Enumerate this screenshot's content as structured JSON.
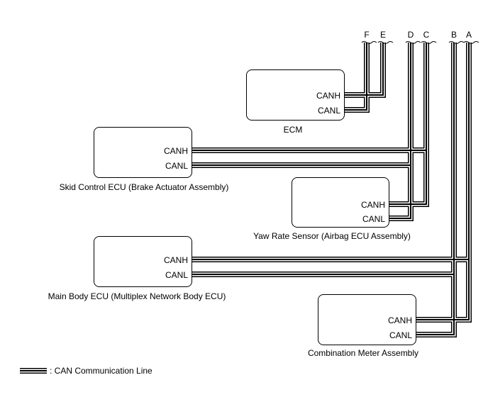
{
  "terminals": [
    "F",
    "E",
    "D",
    "C",
    "B",
    "A"
  ],
  "pins": {
    "high": "CANH",
    "low": "CANL"
  },
  "ecus": [
    {
      "name": "ECM"
    },
    {
      "name": "Skid Control ECU (Brake Actuator Assembly)"
    },
    {
      "name": "Yaw Rate Sensor (Airbag ECU Assembly)"
    },
    {
      "name": "Main Body ECU (Multiplex Network Body ECU)"
    },
    {
      "name": "Combination Meter Assembly"
    }
  ],
  "legend": {
    "label": ": CAN Communication Line"
  },
  "colors": {
    "line": "#000000",
    "background": "#ffffff"
  }
}
